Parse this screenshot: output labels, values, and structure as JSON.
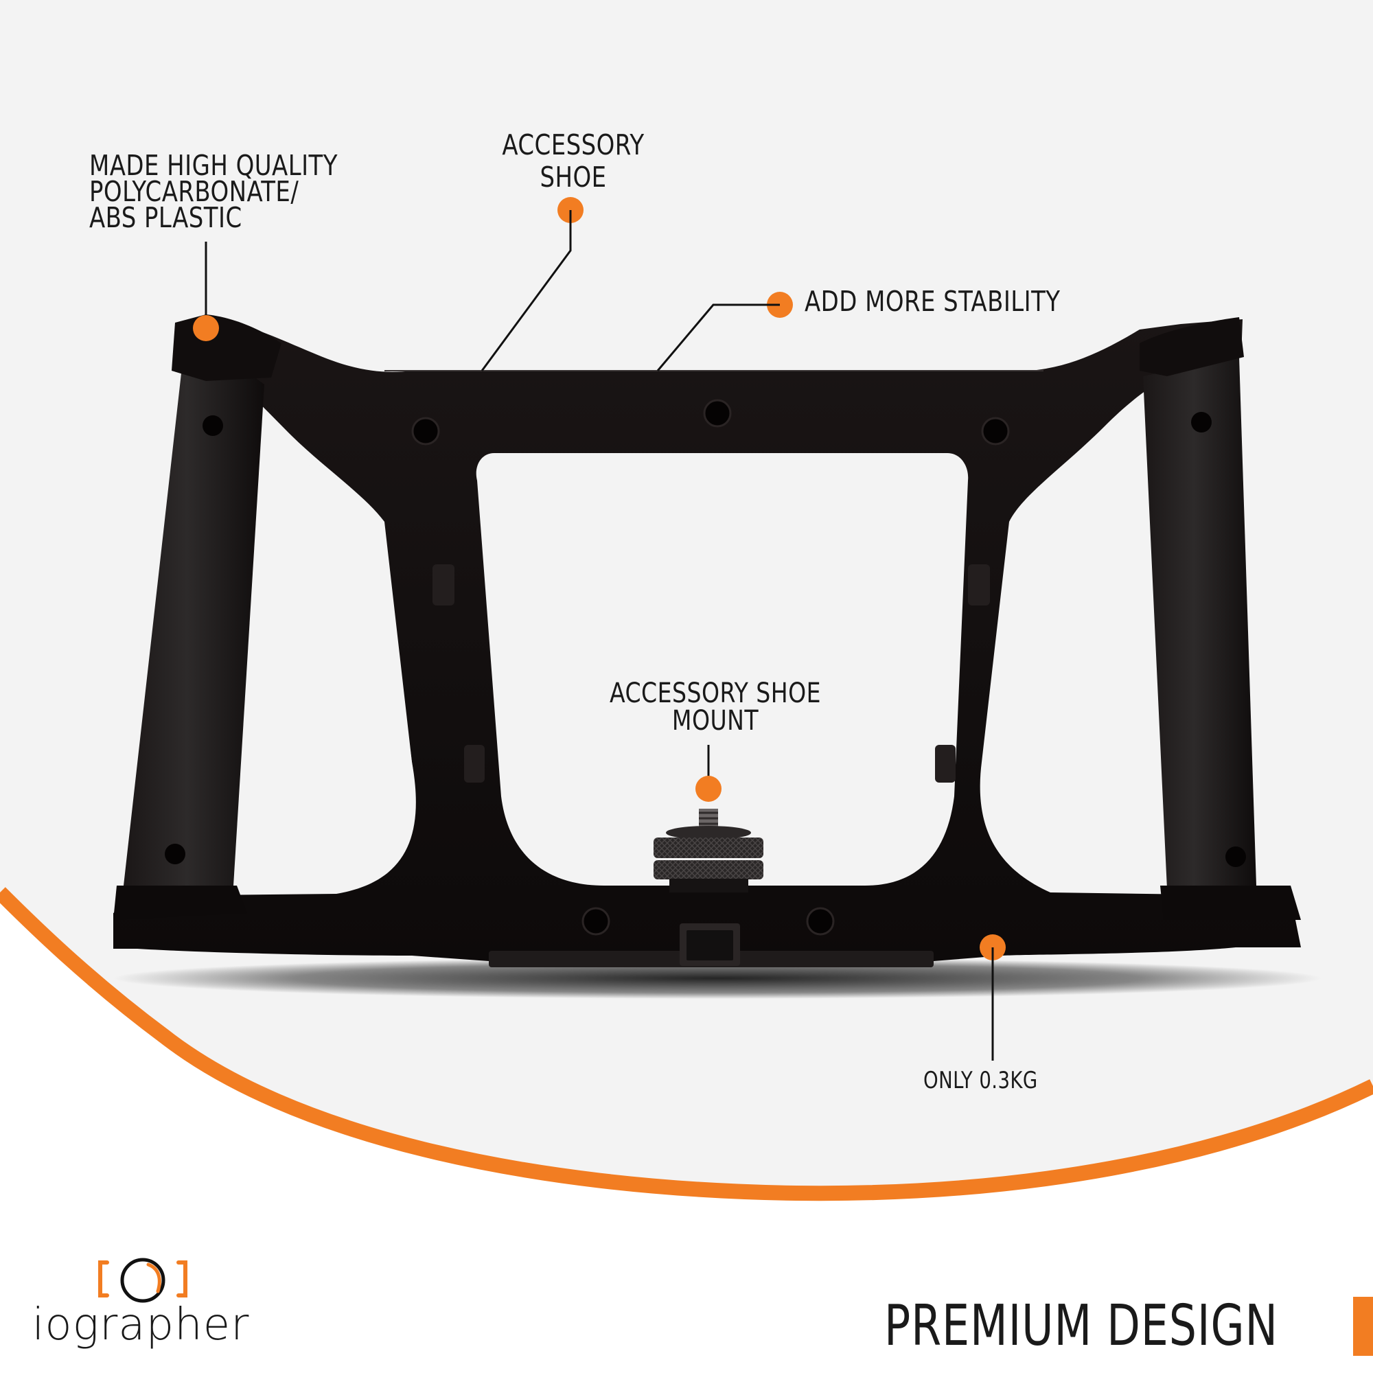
{
  "brand": {
    "name": "iographer",
    "accent_color": "#f27d22",
    "text_color": "#1a1a1a",
    "panel_bg": "#f3f3f3"
  },
  "product": {
    "name": "smartphone handle rig",
    "color": "#141010"
  },
  "callouts": {
    "material": "MADE HIGH QUALITY\nPOLYCARBONATE/\nABS PLASTIC",
    "accessory_shoe": "ACCESSORY\nSHOE",
    "stability": "ADD MORE STABILITY",
    "shoe_mount": "ACCESSORY SHOE\nMOUNT",
    "weight": "ONLY 0.3KG"
  },
  "footer": {
    "title": "PREMIUM DESIGN"
  }
}
